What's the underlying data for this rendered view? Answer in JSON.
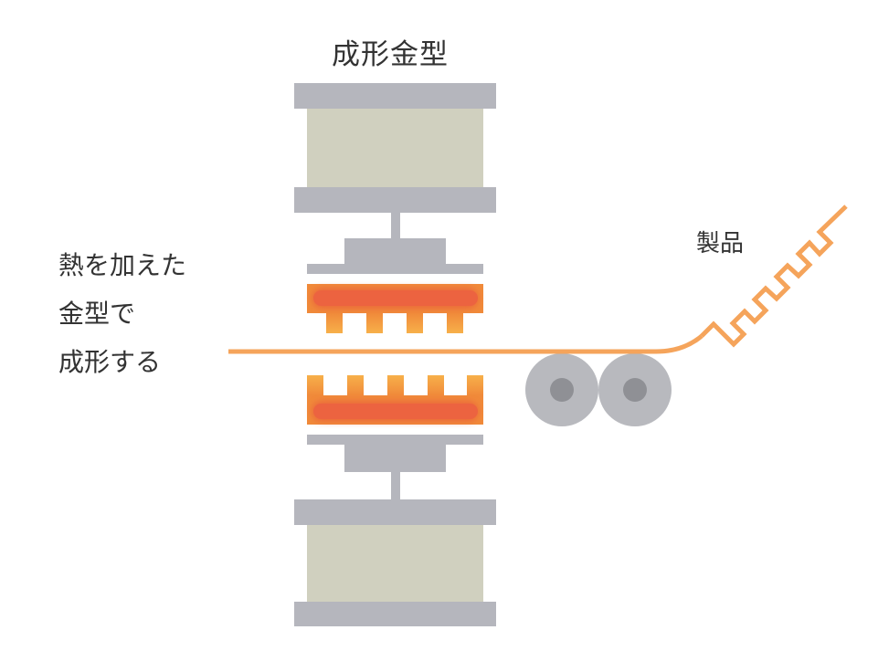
{
  "title": "成形金型",
  "product_label": "製品",
  "process_label": [
    "熱を加えた",
    "金型で",
    "成形する"
  ],
  "colors": {
    "platen": "#b5b6bd",
    "block": "#d0d0bf",
    "heater": "#ec6340",
    "heater_glow": "#f0883a",
    "sheet": "#f5a45b",
    "roller": "#b8b9be",
    "roller_hub": "#8f9095",
    "text": "#333333"
  }
}
